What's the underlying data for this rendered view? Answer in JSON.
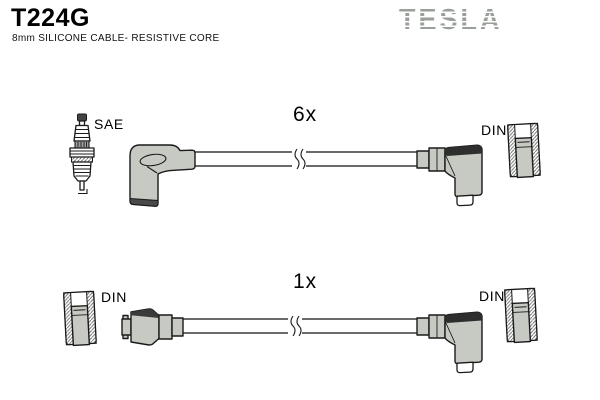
{
  "header": {
    "part_number": "T224G",
    "subtitle": "8mm SILICONE CABLE- RESISTIVE CORE",
    "brand_logo": "TESLA"
  },
  "diagram": {
    "rows": [
      {
        "quantity_label": "6x",
        "left_icon": "spark-plug-icon",
        "left_label": "SAE",
        "right_label": "DIN",
        "right_icon": "din-terminal-icon"
      },
      {
        "quantity_label": "1x",
        "left_icon": "din-terminal-icon",
        "left_label": "DIN",
        "right_label": "DIN",
        "right_icon": "din-terminal-icon"
      }
    ]
  },
  "colors": {
    "connector_gray": "#c6cac3",
    "outline": "#1a1a1a",
    "logo_gray": "#99a09a"
  }
}
